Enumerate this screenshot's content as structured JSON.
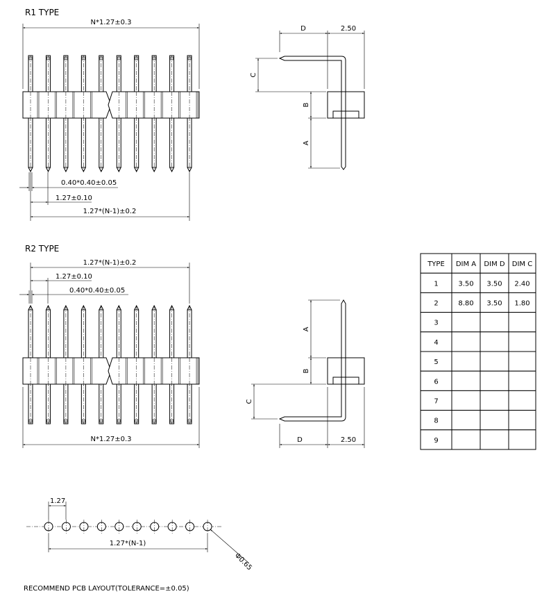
{
  "r1": {
    "title": "R1 TYPE",
    "dim_overall": "N*1.27±0.3",
    "dim_pin": "0.40*0.40±0.05",
    "dim_pitch": "1.27±0.10",
    "dim_span": "1.27*(N-1)±0.2",
    "side": {
      "d": "D",
      "w": "2.50",
      "c": "C",
      "b": "B",
      "a": "A"
    }
  },
  "r2": {
    "title": "R2 TYPE",
    "dim_overall": "N*1.27±0.3",
    "dim_pin": "0.40*0.40±0.05",
    "dim_pitch": "1.27±0.10",
    "dim_span": "1.27*(N-1)±0.2",
    "side": {
      "d": "D",
      "w": "2.50",
      "c": "C",
      "b": "B",
      "a": "A"
    }
  },
  "pcb": {
    "pitch": "1.27",
    "span": "1.27*(N-1)",
    "hole": "Φ0.65",
    "caption": "RECOMMEND PCB LAYOUT(TOLERANCE=±0.05)"
  },
  "pin_count": 10,
  "table": {
    "headers": [
      "TYPE",
      "DIM A",
      "DIM D",
      "DIM C"
    ],
    "rows": [
      [
        "1",
        "3.50",
        "3.50",
        "2.40"
      ],
      [
        "2",
        "8.80",
        "3.50",
        "1.80"
      ],
      [
        "3",
        "",
        "",
        ""
      ],
      [
        "4",
        "",
        "",
        ""
      ],
      [
        "5",
        "",
        "",
        ""
      ],
      [
        "6",
        "",
        "",
        ""
      ],
      [
        "7",
        "",
        "",
        ""
      ],
      [
        "8",
        "",
        "",
        ""
      ],
      [
        "9",
        "",
        "",
        ""
      ]
    ]
  }
}
